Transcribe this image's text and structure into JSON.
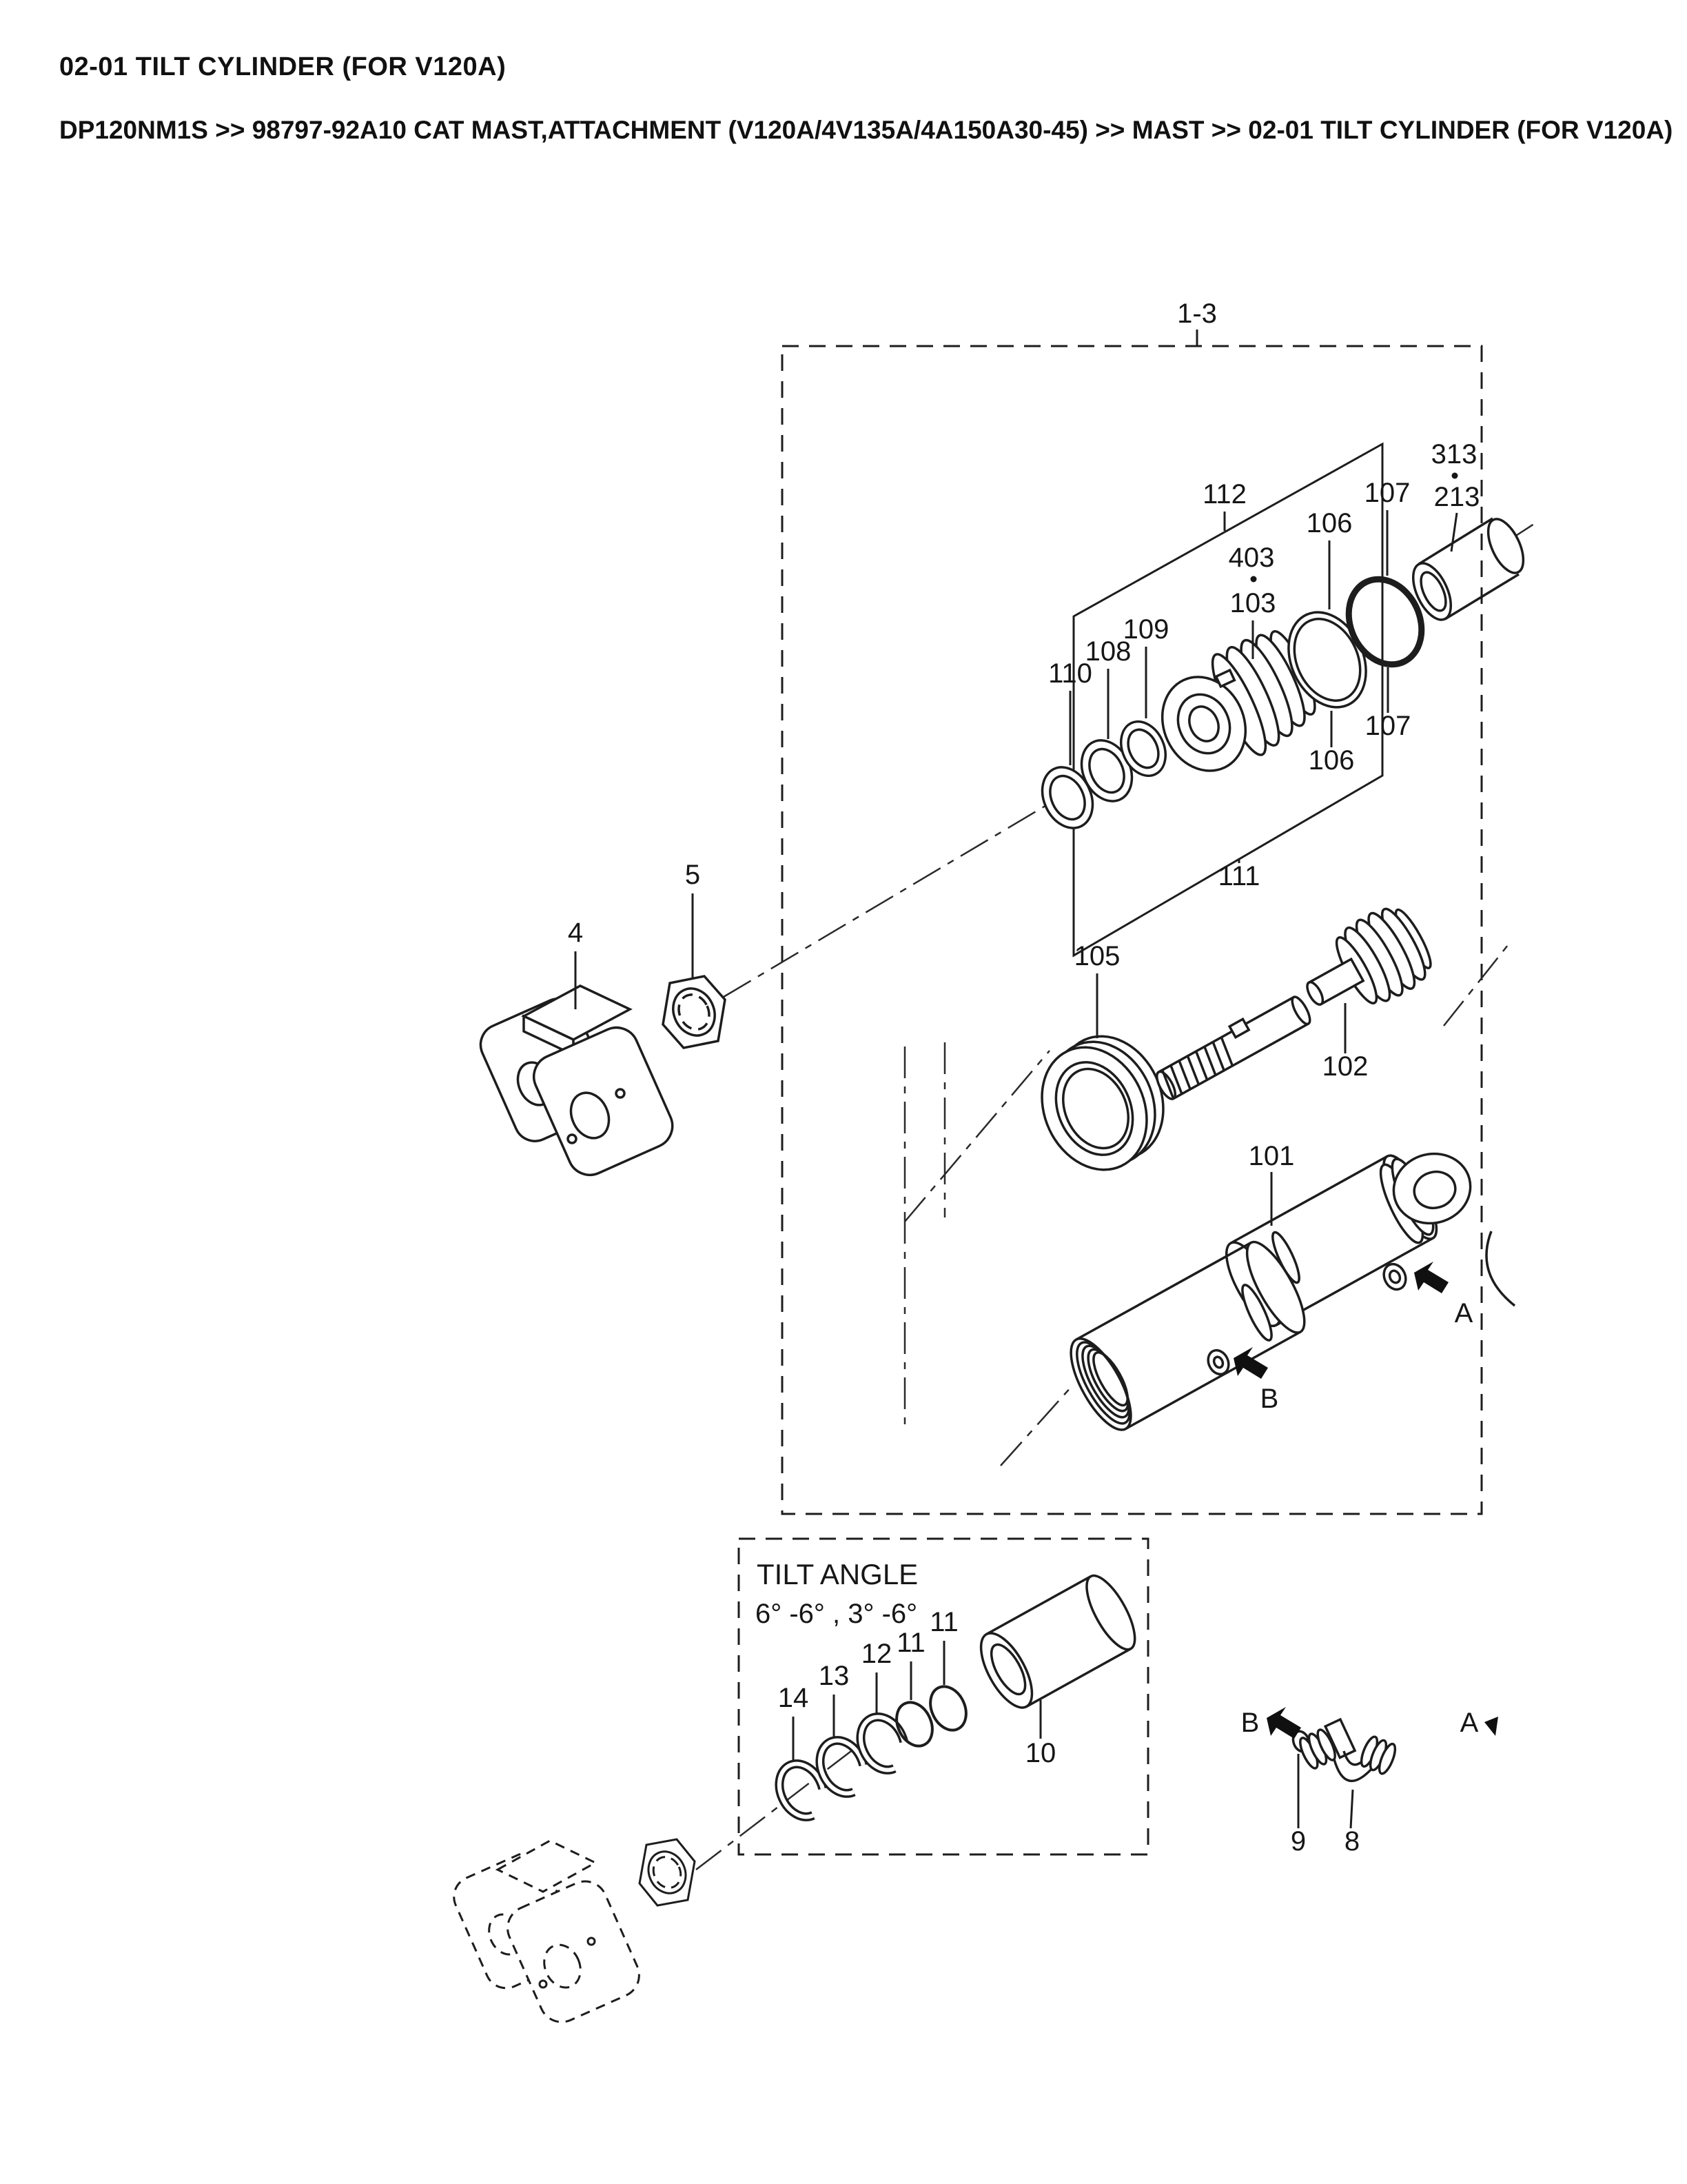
{
  "page": {
    "background": "#ffffff",
    "ink": "#1a1a1a"
  },
  "header": {
    "title": "02-01 TILT CYLINDER (FOR V120A)",
    "breadcrumb": "DP120NM1S >> 98797-92A10 CAT MAST,ATTACHMENT (V120A/4V135A/4A150A30-45) >> MAST >> 02-01 TILT CYLINDER (FOR V120A)"
  },
  "diagram": {
    "labels": {
      "grp": "1-3",
      "n112": "112",
      "n107a": "107",
      "n106a": "106",
      "n403": "403",
      "n103": "103",
      "n109": "109",
      "n108": "108",
      "n110": "110",
      "n107b": "107",
      "n106b": "106",
      "n111": "111",
      "n313": "313",
      "n213": "213",
      "n5": "5",
      "n4": "4",
      "n105": "105",
      "n102": "102",
      "n101": "101",
      "n14": "14",
      "n13": "13",
      "n12": "12",
      "n11a": "11",
      "n11b": "11",
      "n10": "10",
      "n9": "9",
      "n8": "8",
      "arrowA": "A",
      "arrowB": "B"
    },
    "tilt_box": {
      "title": "TILT ANGLE",
      "angles": "6° -6° , 3° -6°"
    }
  }
}
